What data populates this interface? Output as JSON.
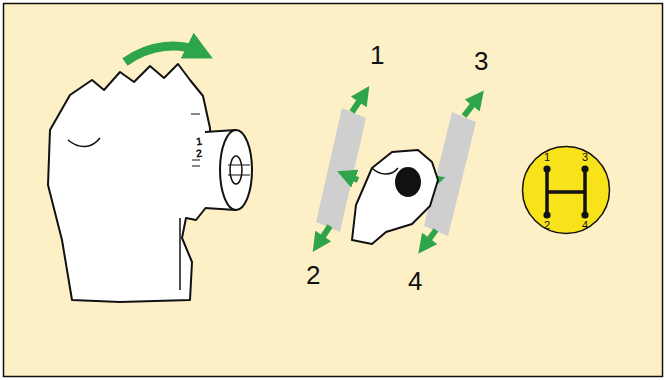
{
  "diagram": {
    "nodes": [
      {
        "text": [
          "1",
          "3",
          "2",
          "4"
        ]
      }
    ],
    "labels": [
      "1",
      "2",
      "1",
      "3",
      "2",
      "4"
    ]
  }
}
